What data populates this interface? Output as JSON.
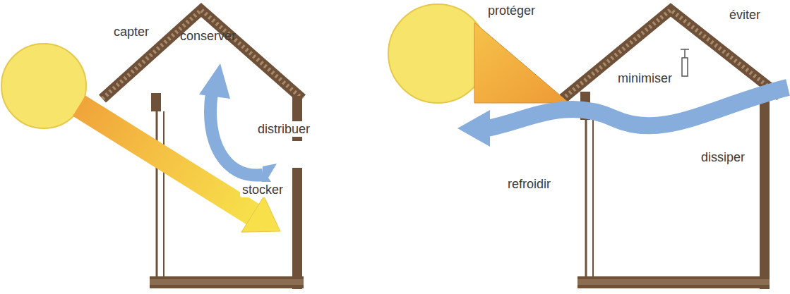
{
  "diagram": {
    "labels": [
      "capter",
      "conserver",
      "distribuer",
      "stocker",
      "protéger",
      "éviter",
      "minimiser",
      "dissiper",
      "refroidir"
    ]
  }
}
